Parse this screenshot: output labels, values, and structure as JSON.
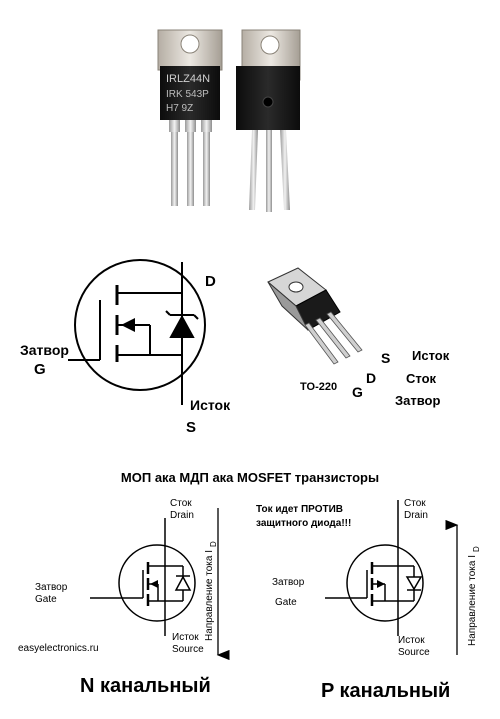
{
  "photo": {
    "marking_line1": "IRLZ44N",
    "marking_line2": "IRK  543P",
    "marking_line3": "H7   9Z"
  },
  "symbol": {
    "drain_label": "D",
    "gate_label_ru": "Затвор",
    "gate_label": "G",
    "source_label_ru": "Исток",
    "source_label": "S"
  },
  "package": {
    "name": "TO-220",
    "pin_g": "G",
    "pin_d": "D",
    "pin_s": "S",
    "legend_source": "Исток",
    "legend_drain": "Сток",
    "legend_gate": "Затвор"
  },
  "bottom": {
    "title": "МОП ака МДП ака MOSFET транзисторы",
    "warning_line1": "Ток идет ПРОТИВ",
    "warning_line2": "защитного диода!!!",
    "site": "easyelectronics.ru",
    "n_drain_ru": "Сток",
    "n_drain_en": "Drain",
    "n_gate_ru": "Затвор",
    "n_gate_en": "Gate",
    "n_source_ru": "Исток",
    "n_source_en": "Source",
    "n_current_label": "Направление тока I",
    "n_current_sub": "D",
    "n_caption": "N канальный",
    "p_drain_ru": "Сток",
    "p_drain_en": "Drain",
    "p_gate_ru": "Затвор",
    "p_gate_en": "Gate",
    "p_source_ru": "Исток",
    "p_source_en": "Source",
    "p_current_label": "Направление тока I",
    "p_current_sub": "D",
    "p_caption": "P канальный"
  },
  "colors": {
    "metal_tab": "#cfc9c0",
    "body_black": "#181818",
    "leg_silver": "#d8d8d8"
  }
}
